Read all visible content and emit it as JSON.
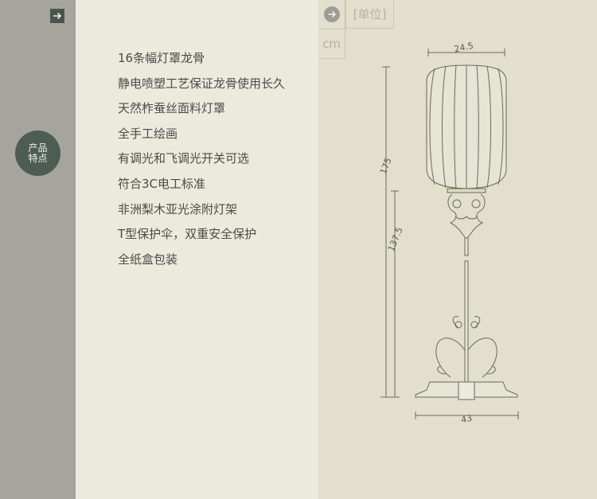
{
  "badge": {
    "line1": "产品",
    "line2": "特点"
  },
  "features": [
    "16条幅灯罩龙骨",
    "静电喷塑工艺保证龙骨使用长久",
    "天然柞蚕丝面料灯罩",
    "全手工绘画",
    "有调光和飞调光开关可选",
    "符合3C电工标准",
    "非洲梨木亚光涂附灯架",
    "T型保护伞，双重安全保护",
    "全纸盒包装"
  ],
  "units": {
    "label": "[单位]",
    "unit": "cm"
  },
  "dimensions": {
    "shade_width": "24.5",
    "total_height": "175",
    "stand_height": "137.5",
    "base_width": "43"
  },
  "colors": {
    "left_strip": "#a6a59d",
    "feature_panel": "#eceadc",
    "diagram_panel": "#e2e0cc",
    "badge": "#4d5d55"
  }
}
